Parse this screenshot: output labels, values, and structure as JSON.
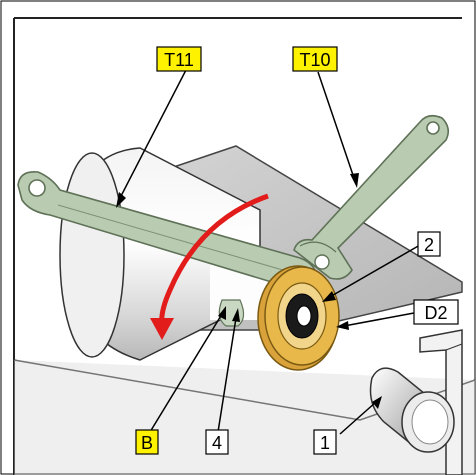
{
  "callouts": {
    "t11": "T11",
    "t10": "T10",
    "b": "B",
    "n2": "2",
    "d2": "D2",
    "n4": "4",
    "n1": "1"
  },
  "colors": {
    "tool_green": "#b9cbb1",
    "tool_stroke": "#5f7258",
    "highlight_tag": "#fff200",
    "seal_gold": "#e8b84a",
    "arrow_red": "#e21b1b",
    "panel_grey": "#c9c9c9"
  },
  "icons": {
    "rotation_arrow": "curved-arrow-icon"
  }
}
